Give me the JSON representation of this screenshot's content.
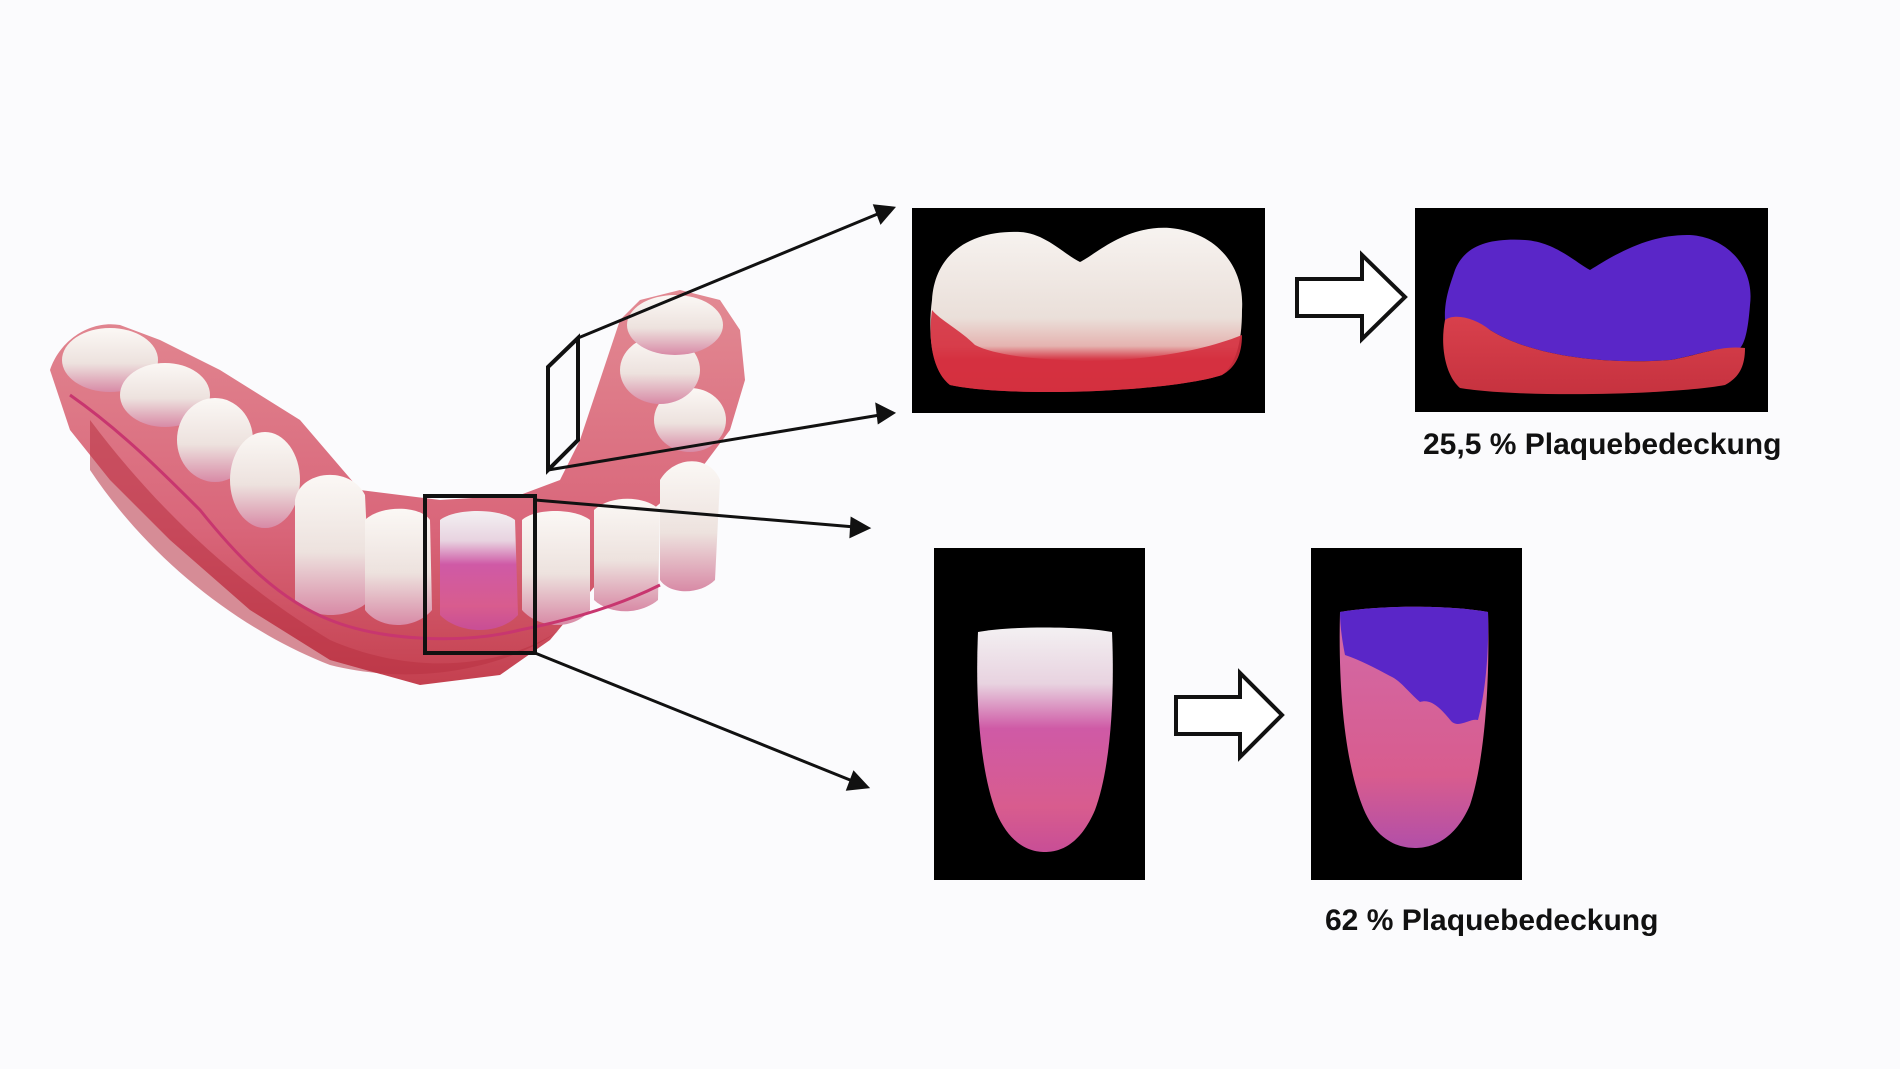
{
  "captions": {
    "top": "25,5 % Plaquebedeckung",
    "bottom": "62 % Plaquebedeckung"
  },
  "results": {
    "molar_plaque_coverage_percent": 25.5,
    "incisor_plaque_coverage_percent": 62
  },
  "colors": {
    "background": "#fbfbfd",
    "plaque_stain": "#d23a5e",
    "disclosed_pink": "#c9368f",
    "segmented_plaque_free": "#5a26c8",
    "tooth_white": "#f1ece8",
    "panel_black": "#000000"
  }
}
